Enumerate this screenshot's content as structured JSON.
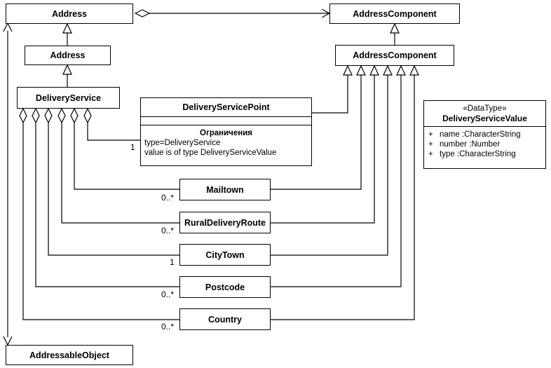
{
  "classes": {
    "address_top": "Address",
    "address": "Address",
    "address_component_top": "AddressComponent",
    "address_component": "AddressComponent",
    "delivery_service": "DeliveryService",
    "delivery_service_point": "DeliveryServicePoint",
    "mailtown": "Mailtown",
    "rural_delivery_route": "RuralDeliveryRoute",
    "city_town": "CityTown",
    "postcode": "Postcode",
    "country": "Country",
    "addressable_object": "AddressableObject"
  },
  "constraint": {
    "title": "Ограничения",
    "line1": "type=DeliveryService",
    "line2": "value is of type DeliveryServiceValue"
  },
  "datatype": {
    "stereotype": "«DataType»",
    "name": "DeliveryServiceValue",
    "attributes": [
      {
        "vis": "+",
        "text": "name  :CharacterString"
      },
      {
        "vis": "+",
        "text": "number  :Number"
      },
      {
        "vis": "+",
        "text": "type  :CharacterString"
      }
    ]
  },
  "multiplicities": {
    "dsp": "1",
    "mailtown": "0..*",
    "rural": "0..*",
    "citytown": "1",
    "postcode": "0..*",
    "country": "0..*"
  }
}
